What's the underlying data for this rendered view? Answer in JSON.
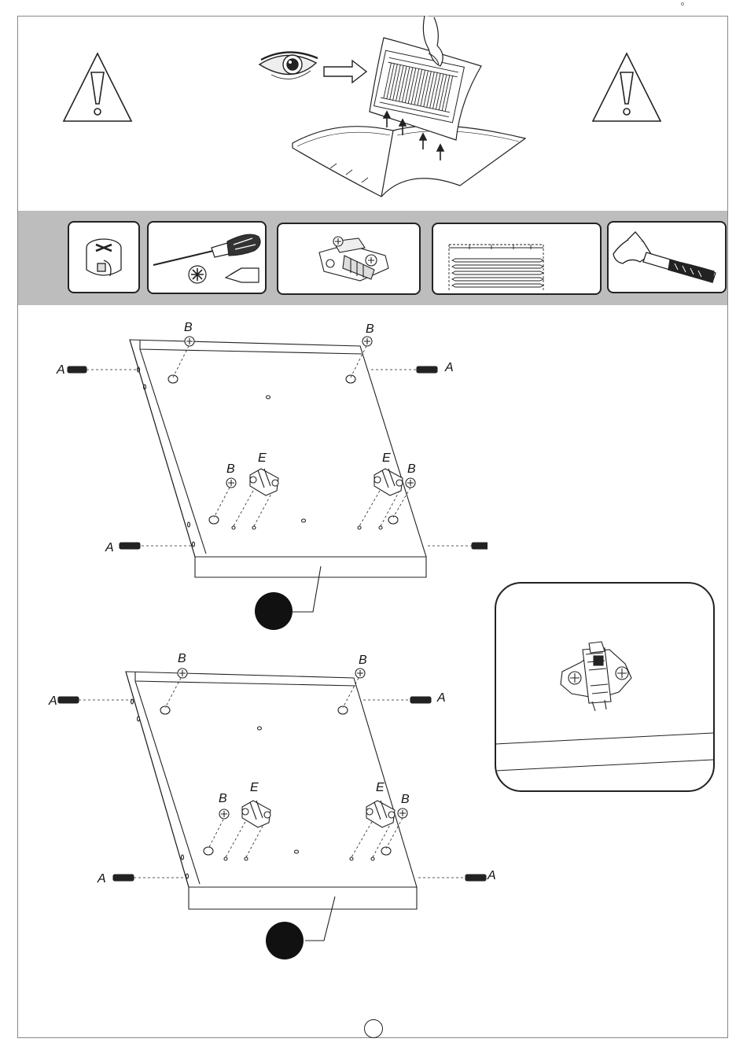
{
  "header": {
    "warning_left": "warning-triangle",
    "warning_right": "warning-triangle",
    "instruction": "eye-read-manual"
  },
  "tools": [
    {
      "name": "cam-lock-fitting"
    },
    {
      "name": "screwdriver-pozidriv-flathead"
    },
    {
      "name": "hinge-mounting-plate"
    },
    {
      "name": "instruction-manual-pages"
    },
    {
      "name": "hammer"
    }
  ],
  "labels": {
    "a": "A",
    "b": "B",
    "e": "E"
  },
  "colors": {
    "band": "#bdbdbd",
    "line": "#222222",
    "fill_dark": "#111111"
  }
}
